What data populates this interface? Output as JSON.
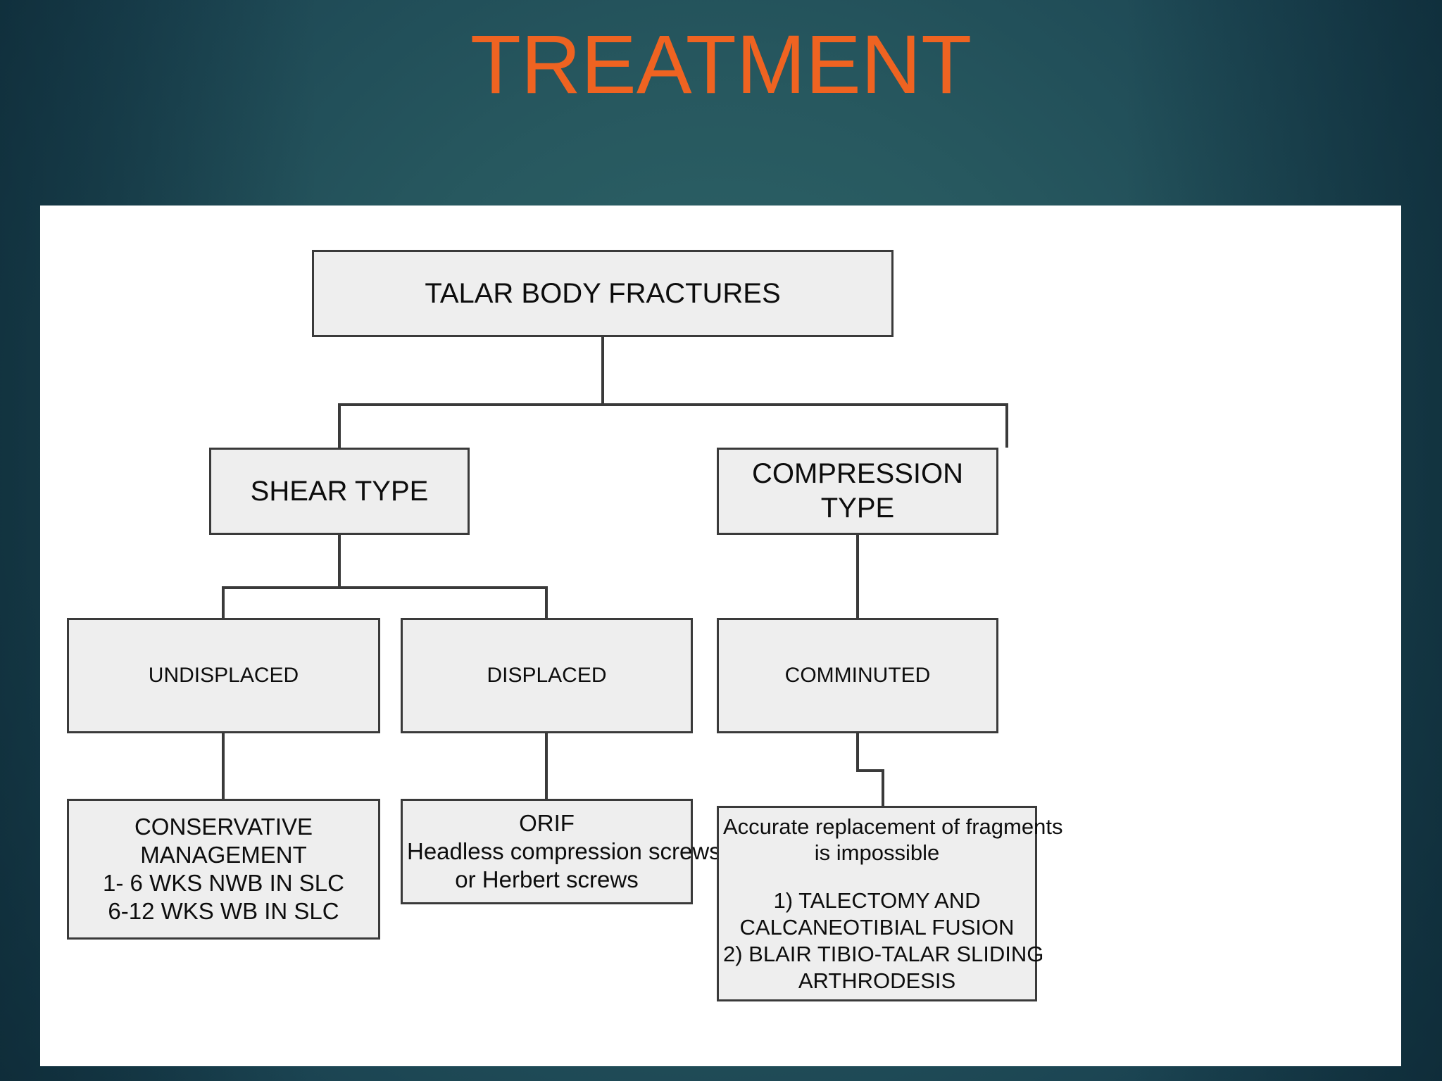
{
  "slide": {
    "title": "TREATMENT",
    "title_color": "#ef6321",
    "background_color_center": "#2f6669",
    "background_color_edge": "#12313f",
    "panel_color": "#ffffff"
  },
  "chart_data": {
    "type": "diagram",
    "diagram_kind": "flowchart-tree",
    "title": "TREATMENT",
    "node_fill": "#eeeeee",
    "node_border": "#3a3a3a",
    "nodes": [
      {
        "id": "root",
        "label": "TALAR BODY FRACTURES",
        "lines": [
          "TALAR BODY FRACTURES"
        ],
        "level": 0
      },
      {
        "id": "shear",
        "label": "SHEAR TYPE",
        "lines": [
          "SHEAR TYPE"
        ],
        "level": 1
      },
      {
        "id": "compress",
        "label": "COMPRESSION TYPE",
        "lines": [
          "COMPRESSION",
          "TYPE"
        ],
        "level": 1
      },
      {
        "id": "undisp",
        "label": "UNDISPLACED",
        "lines": [
          "UNDISPLACED"
        ],
        "level": 2
      },
      {
        "id": "disp",
        "label": "DISPLACED",
        "lines": [
          "DISPLACED"
        ],
        "level": 2
      },
      {
        "id": "commin",
        "label": "COMMINUTED",
        "lines": [
          "COMMINUTED"
        ],
        "level": 2
      },
      {
        "id": "conserv",
        "label": "CONSERVATIVE MANAGEMENT",
        "lines": [
          "CONSERVATIVE",
          "MANAGEMENT",
          "1- 6 WKS NWB IN SLC",
          "6-12 WKS WB IN SLC"
        ],
        "level": 3
      },
      {
        "id": "orif",
        "label": "ORIF",
        "lines": [
          "ORIF",
          "Headless compression screws",
          "or Herbert screws"
        ],
        "level": 3
      },
      {
        "id": "accurate",
        "label": "Accurate replacement of fragments is impossible",
        "lines": [
          "Accurate replacement of fragments",
          "is impossible",
          "",
          "1) TALECTOMY AND",
          "CALCANEOTIBIAL FUSION",
          "2) BLAIR TIBIO-TALAR SLIDING",
          "ARTHRODESIS"
        ],
        "level": 3
      }
    ],
    "edges": [
      {
        "from": "root",
        "to": "shear"
      },
      {
        "from": "root",
        "to": "compress"
      },
      {
        "from": "shear",
        "to": "undisp"
      },
      {
        "from": "shear",
        "to": "disp"
      },
      {
        "from": "compress",
        "to": "commin"
      },
      {
        "from": "undisp",
        "to": "conserv"
      },
      {
        "from": "disp",
        "to": "orif"
      },
      {
        "from": "commin",
        "to": "accurate"
      }
    ]
  },
  "nodes": {
    "root": {
      "line1": "TALAR BODY FRACTURES"
    },
    "shear": {
      "line1": "SHEAR TYPE"
    },
    "compress": {
      "line1": "COMPRESSION",
      "line2": "TYPE"
    },
    "undisp": {
      "line1": "UNDISPLACED"
    },
    "disp": {
      "line1": "DISPLACED"
    },
    "commin": {
      "line1": "COMMINUTED"
    },
    "conserv": {
      "line1": "CONSERVATIVE",
      "line2": "MANAGEMENT",
      "line3": "1- 6 WKS NWB IN SLC",
      "line4": "6-12 WKS WB IN SLC"
    },
    "orif": {
      "line1": "ORIF",
      "line2": "Headless compression screws",
      "line3": "or Herbert screws"
    },
    "accurate": {
      "line1": "Accurate replacement of fragments",
      "line2": "is impossible",
      "line3": "1) TALECTOMY AND",
      "line4": "CALCANEOTIBIAL FUSION",
      "line5": "2) BLAIR TIBIO-TALAR SLIDING",
      "line6": "ARTHRODESIS"
    }
  }
}
